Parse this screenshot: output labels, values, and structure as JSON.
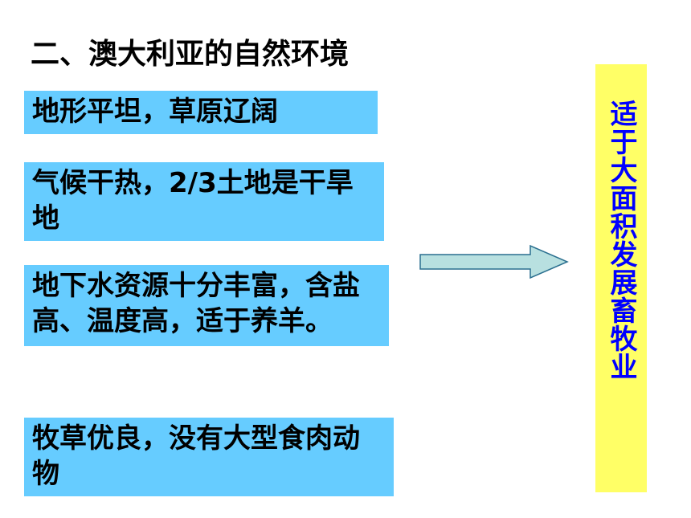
{
  "title": "二、澳大利亚的自然环境",
  "boxes": [
    {
      "text": "地形平坦，草原辽阔"
    },
    {
      "text": "气候干热，2/3土地是干旱地"
    },
    {
      "text": "地下水资源十分丰富，含盐高、温度高，适于养羊。"
    },
    {
      "text": "牧草优良，没有大型食肉动物"
    }
  ],
  "conclusion": "适于大面积发展畜牧业",
  "colors": {
    "box_fill": "#66ccff",
    "sidebar_fill": "#ffff66",
    "sidebar_text": "#0000ff",
    "arrow_fill": "#b8e0e0"
  },
  "icons": {
    "arrow": "right-arrow-icon"
  }
}
